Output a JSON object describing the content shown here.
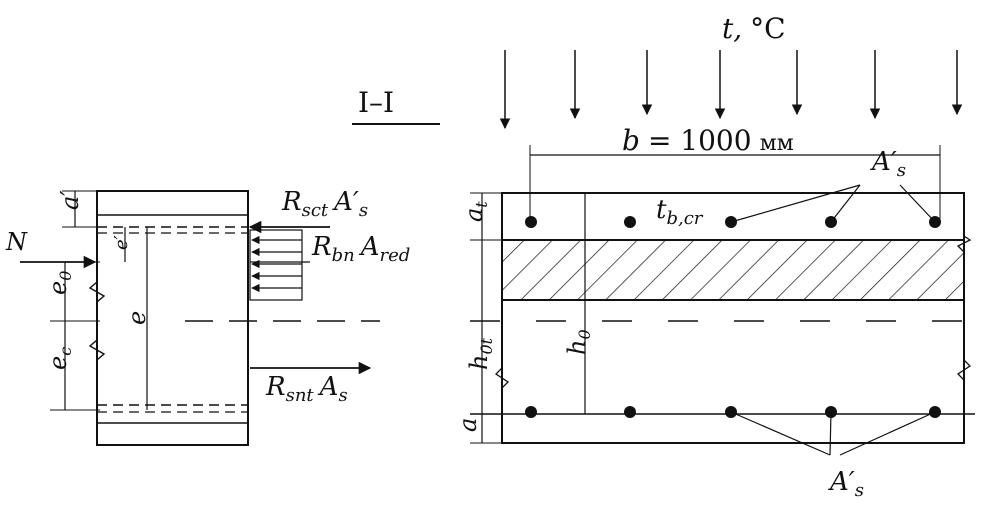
{
  "section_title": "I–I",
  "temperature_label": "t,",
  "temperature_unit": "°C",
  "width_label": "b",
  "width_value": "= 1000",
  "width_unit": "мм",
  "left": {
    "a_prime": "a′",
    "N": "N",
    "e0": "e",
    "e0_sub": "0",
    "ec": "e",
    "ec_sub": "c",
    "e_prime": "e′",
    "e": "e",
    "force_top": {
      "R": "R",
      "sub": "sct",
      "A": "A′",
      "A_sub": "s"
    },
    "force_mid": {
      "R": "R",
      "sub": "bn",
      "A": "A",
      "A_sub": "red"
    },
    "force_bot": {
      "R": "R",
      "sub": "snt",
      "A": "A",
      "A_sub": "s"
    }
  },
  "right": {
    "a_t": "a",
    "a_t_sub": "t",
    "t_bcr": "t",
    "t_bcr_sub": "b,cr",
    "A_s_top": "A′",
    "A_s_top_sub": "s",
    "h0t": "h",
    "h0t_sub": "0t",
    "h0": "h",
    "h0_sub": "0",
    "a": "a",
    "A_s_bot": "A′",
    "A_s_bot_sub": "s"
  }
}
